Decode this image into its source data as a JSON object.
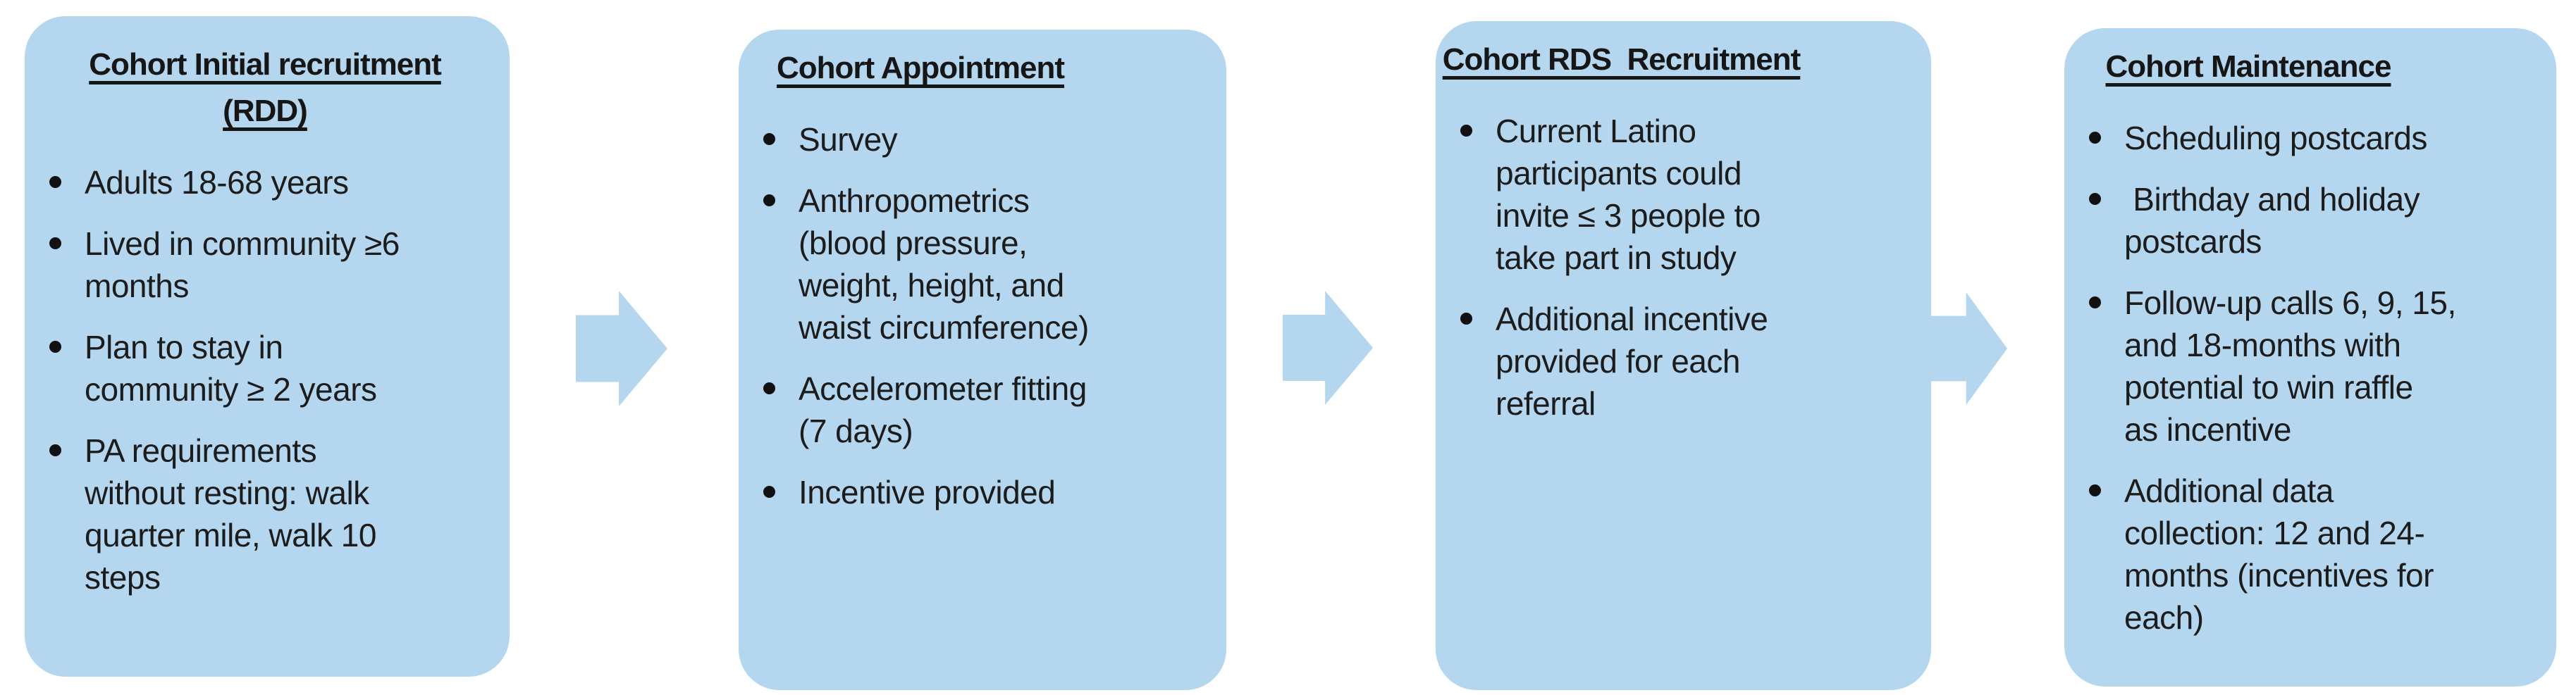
{
  "diagram": {
    "description": "Four-stage cohort study flow diagram connected by right-pointing block arrows",
    "colors": {
      "background": "#ffffff",
      "box_fill": "#B4D6EE",
      "arrow_fill": "#B4D6EE",
      "text": "#1c1c1c"
    },
    "arrows": {
      "count": 3,
      "direction": "right"
    }
  },
  "boxes": [
    {
      "title": "Cohort Initial recruitment\n(RDD)",
      "bullets": [
        "Adults 18-68 years",
        "Lived in community ≥6\nmonths",
        "Plan to stay in\ncommunity ≥ 2 years",
        "PA requirements\nwithout resting: walk\nquarter mile, walk 10\nsteps"
      ]
    },
    {
      "title": "Cohort Appointment",
      "bullets": [
        "Survey",
        "Anthropometrics\n(blood pressure,\nweight, height, and\nwaist circumference)",
        "Accelerometer fitting\n(7 days)",
        "Incentive provided"
      ]
    },
    {
      "title": "Cohort RDS  Recruitment",
      "bullets": [
        "Current Latino\nparticipants could\ninvite ≤ 3 people to\ntake part in study",
        "Additional incentive\nprovided for each\nreferral"
      ]
    },
    {
      "title": "Cohort Maintenance",
      "bullets": [
        "Scheduling postcards",
        " Birthday and holiday\npostcards",
        "Follow-up calls 6, 9, 15,\nand 18-months with\npotential to win raffle\nas incentive",
        "Additional data\ncollection: 12 and 24-\nmonths (incentives for\neach)"
      ]
    }
  ]
}
